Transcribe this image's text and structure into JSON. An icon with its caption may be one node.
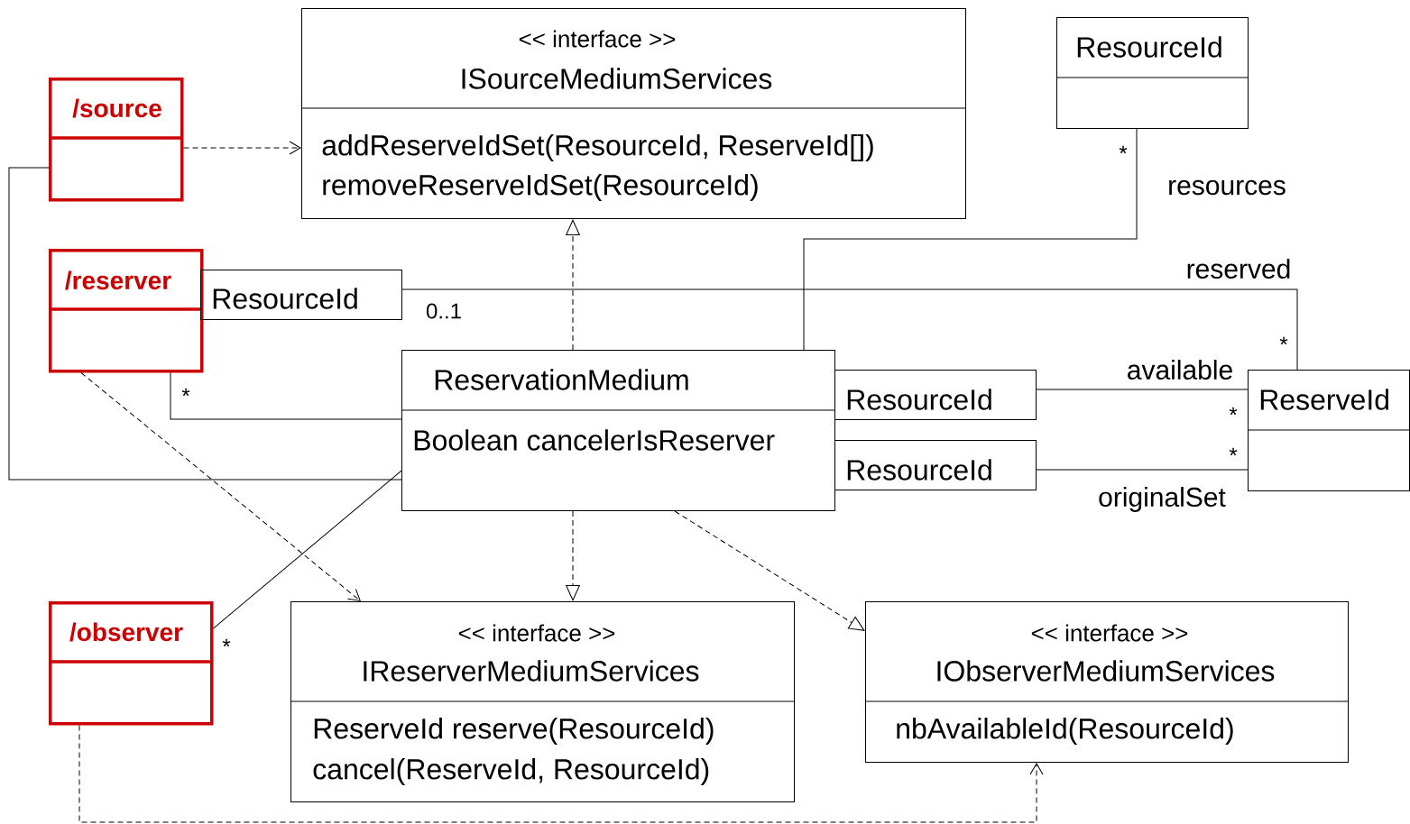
{
  "diagram": {
    "nodes": [
      {
        "text": [
          "<< interface >>",
          "ISourceMediumServices",
          "addReserveIdSet(ResourceId, ReserveId[])",
          "removeReserveIdSet(ResourceId)"
        ]
      },
      {
        "text": [
          "ResourceId"
        ]
      },
      {
        "text": [
          "/source"
        ]
      },
      {
        "text": [
          "/reserver"
        ]
      },
      {
        "text": [
          "ResourceId"
        ]
      },
      {
        "text": [
          "ReservationMedium",
          "Boolean cancelerIsReserver"
        ]
      },
      {
        "text": [
          "ResourceId"
        ]
      },
      {
        "text": [
          "ResourceId"
        ]
      },
      {
        "text": [
          "ReserveId"
        ]
      },
      {
        "text": [
          "/observer"
        ]
      },
      {
        "text": [
          "<< interface >>",
          "IReserverMediumServices",
          "ReserveId reserve(ResourceId)",
          "cancel(ReserveId, ResourceId)"
        ]
      },
      {
        "text": [
          "<< interface >>",
          "IObserverMediumServices",
          "nbAvailableId(ResourceId)"
        ]
      }
    ],
    "edges": [
      {
        "from": 2,
        "to": 0,
        "arrow": "to",
        "style": "dashed"
      },
      {
        "from": 5,
        "to": 0,
        "arrow": "to",
        "style": "dashed"
      },
      {
        "from": 5,
        "to": 10,
        "arrow": "to",
        "style": "dashed"
      },
      {
        "from": 5,
        "to": 11,
        "arrow": "to",
        "style": "dashed"
      },
      {
        "from": 3,
        "to": 10,
        "arrow": "to",
        "style": "dashed"
      },
      {
        "from": 9,
        "to": 11,
        "arrow": "to",
        "style": "dashed"
      },
      {
        "from": 2,
        "to": 5,
        "arrow": "none"
      },
      {
        "from": 3,
        "to": 5,
        "arrow": "none"
      },
      {
        "from": 9,
        "to": 5,
        "arrow": "none"
      },
      {
        "from": 1,
        "to": 5,
        "arrow": "none",
        "label": "resources"
      },
      {
        "from": 6,
        "to": 8,
        "arrow": "none",
        "label": "available"
      },
      {
        "from": 7,
        "to": 8,
        "arrow": "none",
        "label": "originalSet"
      },
      {
        "from": 4,
        "to": 8,
        "arrow": "none",
        "label": "reserved"
      }
    ],
    "labels": [
      "*",
      "0..1",
      "*",
      "*",
      "*",
      "*",
      "*"
    ]
  }
}
